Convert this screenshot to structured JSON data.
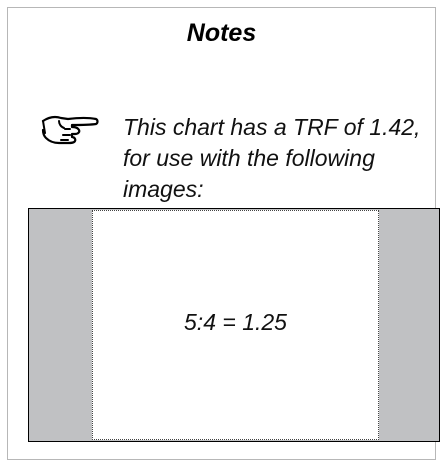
{
  "notes": {
    "title": "Notes",
    "icon": "pointing-hand-icon",
    "lines": [
      "This chart has a TRF of 1.42,",
      "for use with the following",
      "images:"
    ]
  },
  "diagram": {
    "ratio_label": "5:4 = 1.25",
    "colors": {
      "side_bars": "#c0c1c3",
      "image_area": "#ffffff",
      "frame_border": "#000000"
    }
  }
}
